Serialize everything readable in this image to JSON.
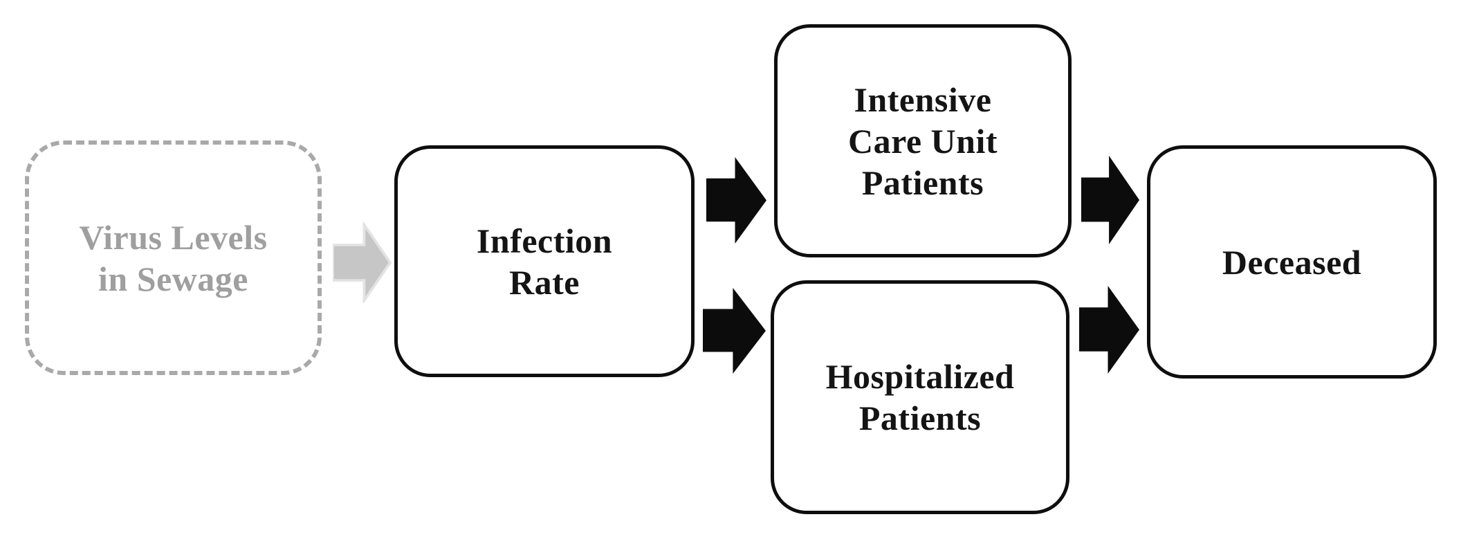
{
  "figure": {
    "type": "flowchart",
    "background": "#ffffff",
    "nodes": [
      {
        "id": "virus-levels-in-sewage",
        "label": "Virus Levels\nin Sewage",
        "style": "dashed",
        "border_color": "#a9a9a9",
        "text_color": "#9f9f9f",
        "fill": "#ffffff"
      },
      {
        "id": "infection-rate",
        "label": "Infection\nRate",
        "style": "solid",
        "border_color": "#0e0e0e",
        "text_color": "#141414",
        "fill": "#ffffff"
      },
      {
        "id": "intensive-care-unit-patients",
        "label": "Intensive\nCare Unit\nPatients",
        "style": "solid",
        "border_color": "#0e0e0e",
        "text_color": "#141414",
        "fill": "#ffffff"
      },
      {
        "id": "hospitalized-patients",
        "label": "Hospitalized\nPatients",
        "style": "solid",
        "border_color": "#0e0e0e",
        "text_color": "#141414",
        "fill": "#ffffff"
      },
      {
        "id": "deceased",
        "label": "Deceased",
        "style": "solid",
        "border_color": "#0e0e0e",
        "text_color": "#141414",
        "fill": "#ffffff"
      }
    ],
    "edges": [
      {
        "from": "virus-levels-in-sewage",
        "to": "infection-rate",
        "style": "gray-block-arrow",
        "fill": "#c6c6c6",
        "outline": "#e3e3e3"
      },
      {
        "from": "infection-rate",
        "to": "intensive-care-unit-patients",
        "style": "black-block-arrow",
        "fill": "#0c0c0c"
      },
      {
        "from": "infection-rate",
        "to": "hospitalized-patients",
        "style": "black-block-arrow",
        "fill": "#0c0c0c"
      },
      {
        "from": "intensive-care-unit-patients",
        "to": "deceased",
        "style": "black-block-arrow",
        "fill": "#0c0c0c"
      },
      {
        "from": "hospitalized-patients",
        "to": "deceased",
        "style": "black-block-arrow",
        "fill": "#0c0c0c"
      }
    ]
  }
}
